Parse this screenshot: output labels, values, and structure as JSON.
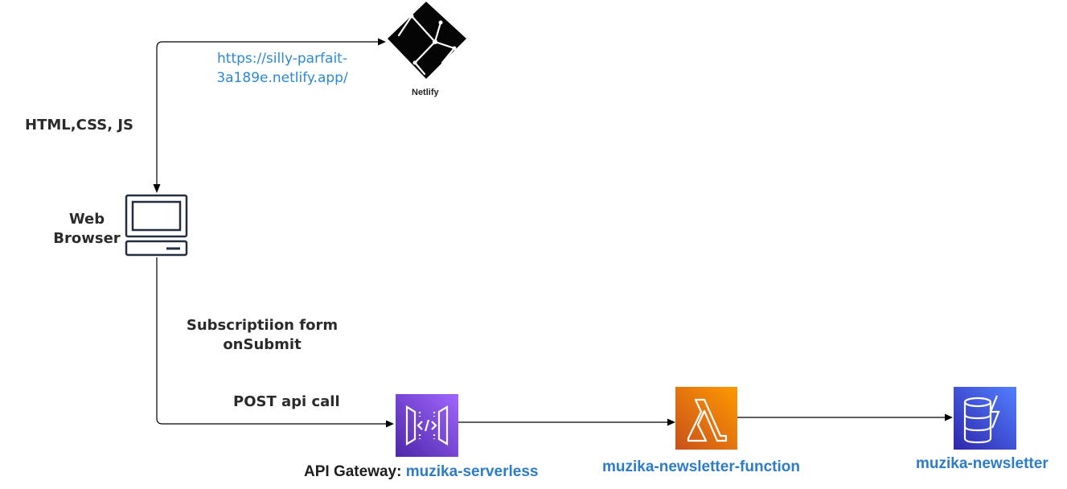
{
  "labels": {
    "tech_stack": "HTML,CSS, JS",
    "browser_line1": "Web",
    "browser_line2": "Browser",
    "form_line1": "Subscriptiion form",
    "form_line2": "onSubmit",
    "post_call": "POST api call"
  },
  "netlify": {
    "url_line1": "https://silly-parfait-",
    "url_line2": "3a189e.netlify.app/",
    "caption": "Netlify"
  },
  "api_gateway": {
    "prefix": "API Gateway: ",
    "name": "muzika-serverless",
    "icon": "api-gateway-icon",
    "color": "#8c3ff0"
  },
  "lambda": {
    "name": "muzika-newsletter-function",
    "icon": "lambda-icon",
    "color": "#f17d0f"
  },
  "dynamodb": {
    "name": "muzika-newsletter",
    "icon": "dynamodb-icon",
    "color": "#4a5ee8"
  },
  "colors": {
    "link_blue": "#2c7cc9",
    "url_blue": "#2c88d3",
    "arrow": "#000000"
  }
}
